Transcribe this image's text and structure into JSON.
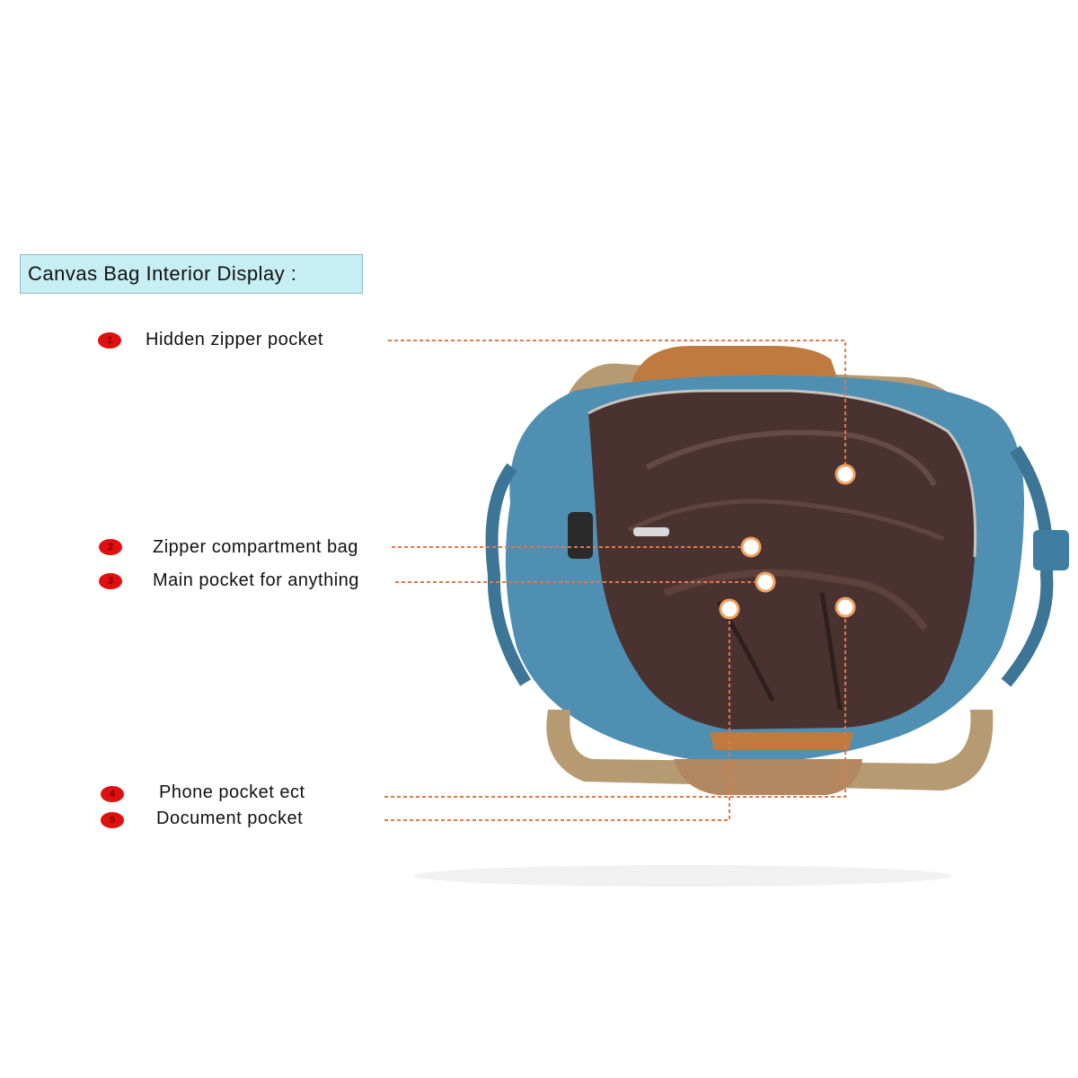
{
  "header": {
    "title": "Canvas Bag Interior Display :"
  },
  "callouts": [
    {
      "number": "1",
      "label": "Hidden zipper pocket"
    },
    {
      "number": "2",
      "label": "Zipper compartment bag"
    },
    {
      "number": "3",
      "label": "Main pocket for anything"
    },
    {
      "number": "4",
      "label": "Phone pocket ect"
    },
    {
      "number": "5",
      "label": "Document pocket"
    }
  ],
  "colors": {
    "title_bg": "#c7eef3",
    "badge": "#e01010",
    "leader_line": "#e0784a",
    "bag_canvas": "#4f8fb2",
    "bag_lining": "#4a3230",
    "strap": "#b59a72",
    "leather": "#c07a3e"
  }
}
